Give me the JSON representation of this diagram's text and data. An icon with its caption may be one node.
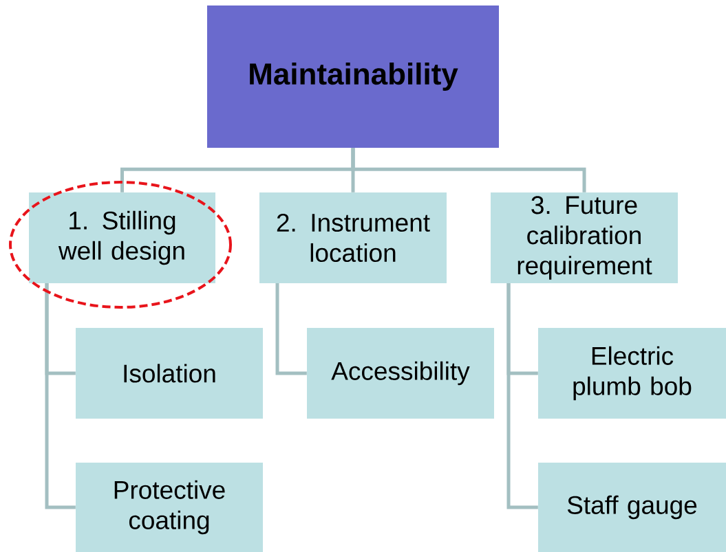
{
  "diagram": {
    "nodes": [
      {
        "text": [
          "Maintainability"
        ]
      },
      {
        "text": [
          "1. Stilling well design"
        ]
      },
      {
        "text": [
          "2. Instrument location"
        ]
      },
      {
        "text": [
          "3. Future calibration requirement"
        ]
      },
      {
        "text": [
          "Isolation"
        ]
      },
      {
        "text": [
          "Protective coating"
        ]
      },
      {
        "text": [
          "Accessibility"
        ]
      },
      {
        "text": [
          "Electric plumb bob"
        ]
      },
      {
        "text": [
          "Staff gauge"
        ]
      }
    ],
    "edges": [
      {
        "from": 0,
        "to": 1,
        "arrow": "none"
      },
      {
        "from": 0,
        "to": 2,
        "arrow": "none"
      },
      {
        "from": 0,
        "to": 3,
        "arrow": "none"
      },
      {
        "from": 1,
        "to": 4,
        "arrow": "none"
      },
      {
        "from": 1,
        "to": 5,
        "arrow": "none"
      },
      {
        "from": 2,
        "to": 6,
        "arrow": "none"
      },
      {
        "from": 3,
        "to": 7,
        "arrow": "none"
      },
      {
        "from": 3,
        "to": 8,
        "arrow": "none"
      }
    ]
  }
}
